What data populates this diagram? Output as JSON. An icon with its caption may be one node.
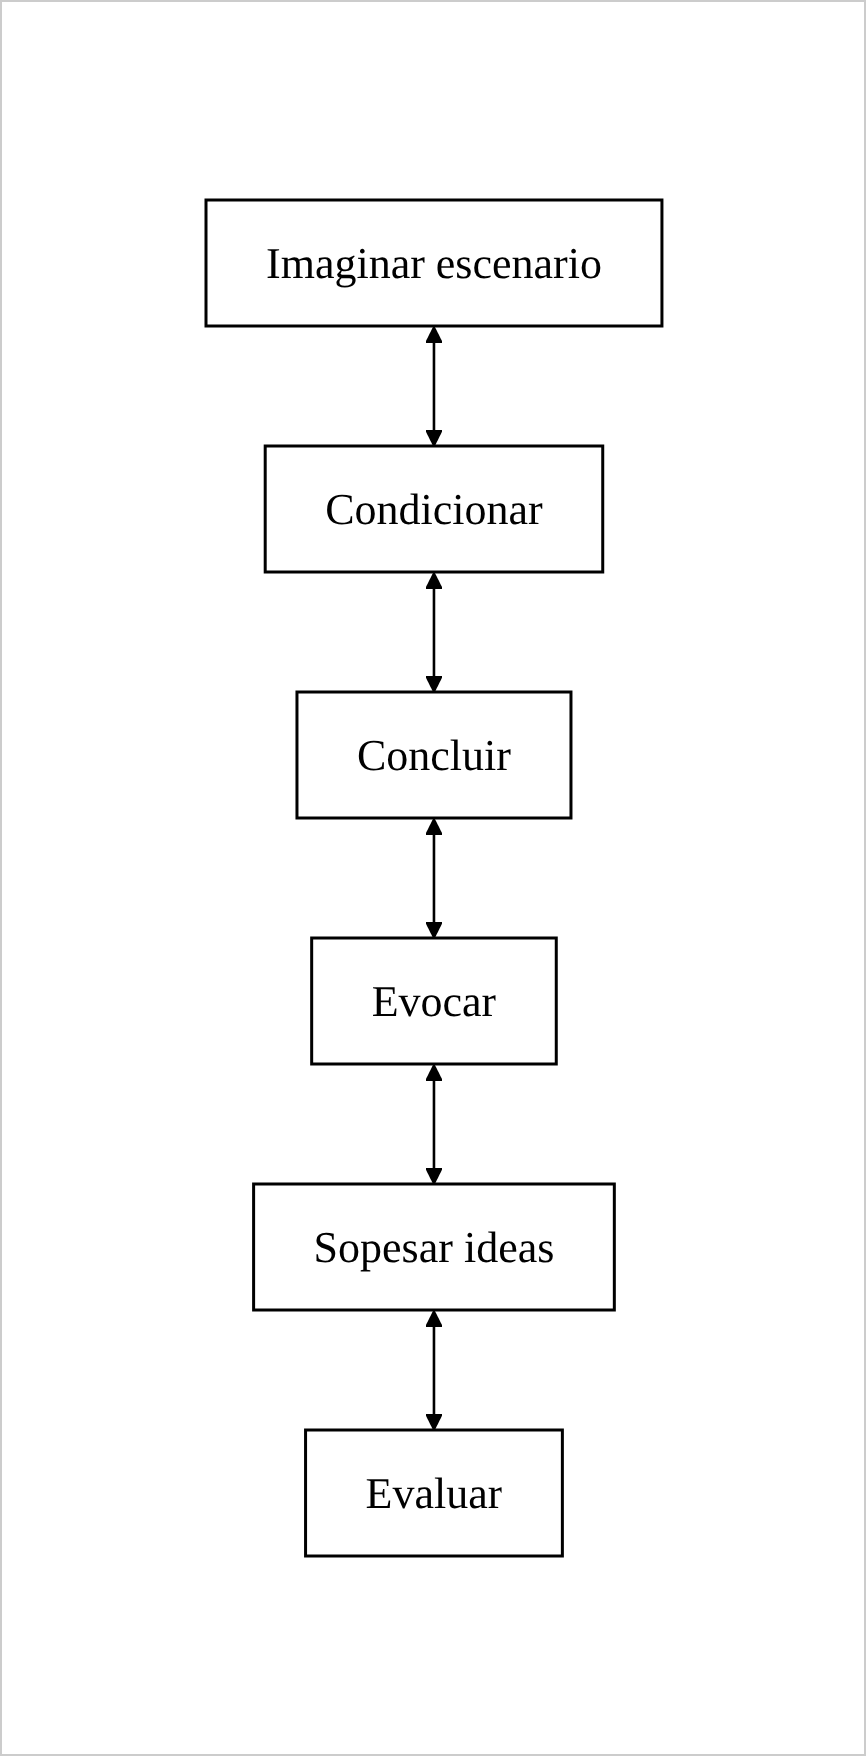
{
  "diagram": {
    "nodes": [
      {
        "text": [
          "Imaginar escenario"
        ]
      },
      {
        "text": [
          "Condicionar"
        ]
      },
      {
        "text": [
          "Concluir"
        ]
      },
      {
        "text": [
          "Evocar"
        ]
      },
      {
        "text": [
          "Sopesar ideas"
        ]
      },
      {
        "text": [
          "Evaluar"
        ]
      }
    ],
    "edges": [
      {
        "from": 0,
        "to": 1,
        "arrow": "both"
      },
      {
        "from": 1,
        "to": 2,
        "arrow": "both"
      },
      {
        "from": 2,
        "to": 3,
        "arrow": "both"
      },
      {
        "from": 3,
        "to": 4,
        "arrow": "both"
      },
      {
        "from": 4,
        "to": 5,
        "arrow": "both"
      }
    ]
  }
}
